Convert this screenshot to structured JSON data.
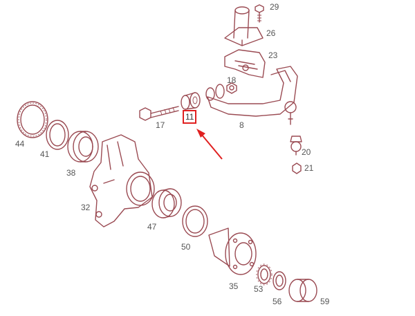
{
  "callouts": [
    {
      "id": "29",
      "text": "29"
    },
    {
      "id": "26",
      "text": "26"
    },
    {
      "id": "23",
      "text": "23"
    },
    {
      "id": "18",
      "text": "18"
    },
    {
      "id": "17",
      "text": "17"
    },
    {
      "id": "11",
      "text": "11"
    },
    {
      "id": "8",
      "text": "8"
    },
    {
      "id": "20",
      "text": "20"
    },
    {
      "id": "21",
      "text": "21"
    },
    {
      "id": "44",
      "text": "44"
    },
    {
      "id": "41",
      "text": "41"
    },
    {
      "id": "38",
      "text": "38"
    },
    {
      "id": "32",
      "text": "32"
    },
    {
      "id": "47",
      "text": "47"
    },
    {
      "id": "50",
      "text": "50"
    },
    {
      "id": "35",
      "text": "35"
    },
    {
      "id": "53",
      "text": "53"
    },
    {
      "id": "56",
      "text": "56"
    },
    {
      "id": "59",
      "text": "59"
    }
  ],
  "highlight": {
    "part": "11",
    "color": "#e02020"
  },
  "line_color": "#9a4a52"
}
